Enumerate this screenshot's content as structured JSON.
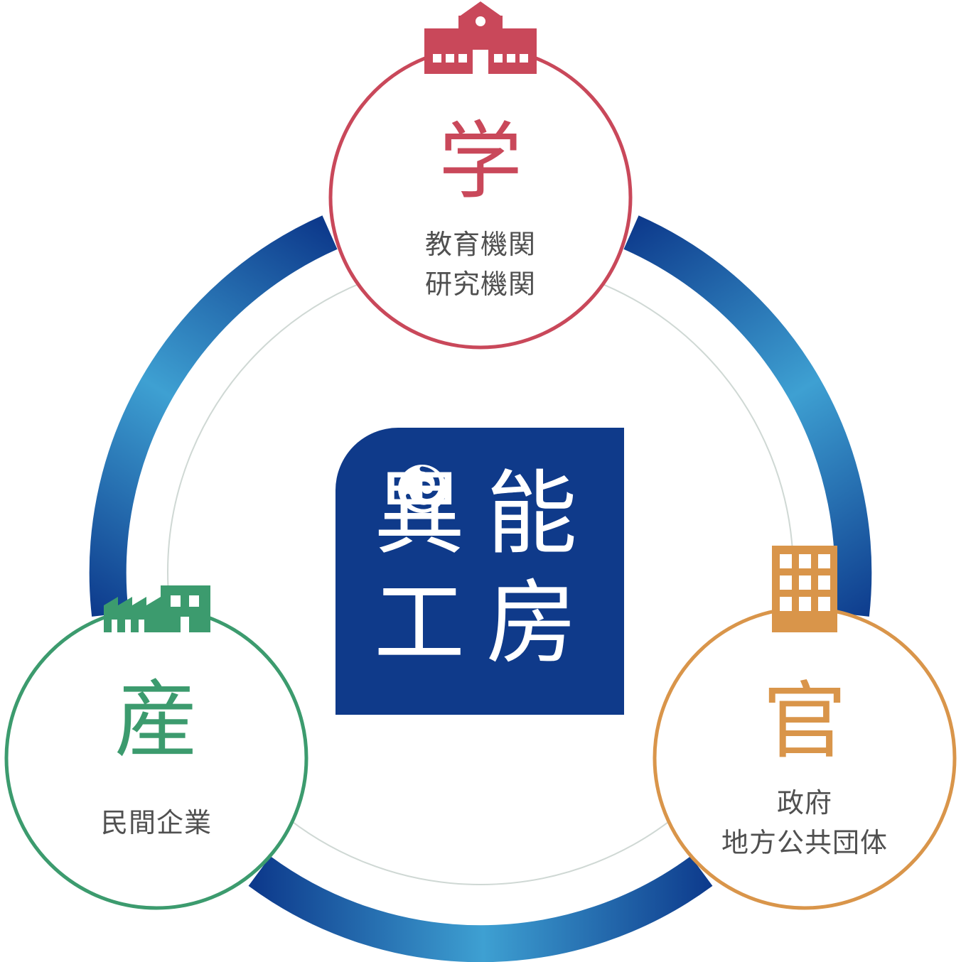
{
  "center": {
    "logo_chars": [
      "異",
      "能",
      "工",
      "房"
    ]
  },
  "nodes": {
    "academia": {
      "title": "学",
      "lines": [
        "教育機関",
        "研究機関"
      ],
      "color": "#c9485a",
      "icon": "school-building-icon"
    },
    "industry": {
      "title": "産",
      "lines": [
        "民間企業"
      ],
      "color": "#3c9b6e",
      "icon": "factory-icon"
    },
    "government": {
      "title": "官",
      "lines": [
        "政府",
        "地方公共団体"
      ],
      "color": "#d9954a",
      "icon": "office-building-icon"
    }
  },
  "colors": {
    "ring_dark": "#0d3a8c",
    "ring_light": "#3ea0d2",
    "inner_ring": "#cfd8d4",
    "logo_bg": "#0f3a8a"
  }
}
